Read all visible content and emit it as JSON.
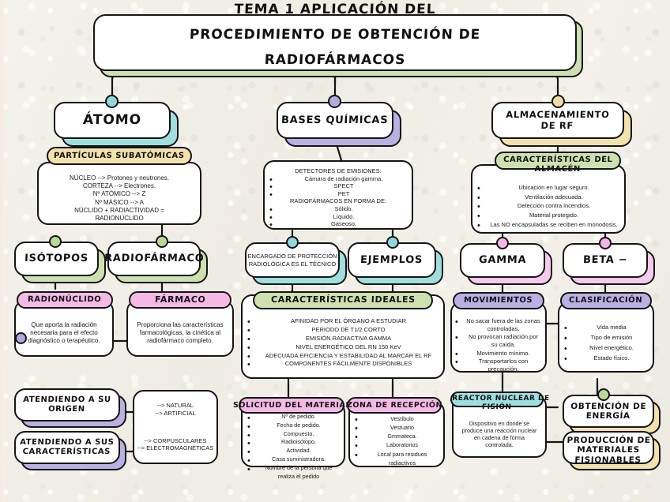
{
  "title": {
    "line1": "TEMA 1 APLICACIÓN DEL",
    "line2": "PROCEDIMIENTO DE OBTENCIÓN DE",
    "line3": "RADIOFÁRMACOS"
  },
  "colors": {
    "paper": "#f2f0e9",
    "ink": "#151515",
    "green": "#cfe0b0",
    "teal": "#9fdfe0",
    "purple": "#b9b0e3",
    "yellow": "#f3e2ae",
    "pink": "#f5b9e6",
    "pink_light": "#f7c9ee",
    "green_dot": "#b9d89a",
    "cyan_dot": "#8fd9de",
    "purple_dot": "#b4aade",
    "yellow_dot": "#f0dca8",
    "pink_dot": "#f3b4e8"
  },
  "branches": {
    "atomo": {
      "label": "ÁTOMO",
      "subatomic_header": "PARTÍCULAS SUBATÓMICAS",
      "subatomic_lines": [
        "NÚCLEO --> Protones y neutrones.",
        "CORTEZA --> Electrones.",
        "Nº ATÓMICO --> Z",
        "Nº MÁSICO --> A",
        "NÚCLIDO + RADIACTIVIDAD =",
        "RADIONÚCLIDO"
      ],
      "isotopos": "ISÓTOPOS",
      "radiofarmaco": "RADIOFÁRMACO",
      "radionuclido_header": "RADIONÚCLIDO",
      "radionuclido_body": "Que aporta la radiación necesaria para el efecto diagnóstico o terapéutico.",
      "farmaco_header": "FÁRMACO",
      "farmaco_body": "Proporciona las características farmacológicas, la cinética al radiofármaco completo.",
      "origen_label_l1": "ATENDIENDO A SU",
      "origen_label_l2": "ORIGEN",
      "caract_label_l1": "ATENDIENDO A SUS",
      "caract_label_l2": "CARACTERÍSTICAS",
      "origen_values": [
        "--> NATURAL",
        "--> ARTIFICIAL"
      ],
      "caract_values": [
        "--> CORPUSCULARES",
        "--> ELECTROMAGNÉTICAS"
      ]
    },
    "bases": {
      "label": "BASES QUÍMICAS",
      "detect_title": "DETECTORES DE EMISIONES:",
      "detect_items": [
        "Cámara de radiación gamma.",
        "SPECT",
        "PET"
      ],
      "forms_title": "RADIOFÁRMACOS EN FORMA DE:",
      "forms_items": [
        "Sólido.",
        "Líquido.",
        "Gaseoso."
      ],
      "encargado_l1": "ENCARGADO DE PROTECCIÓN",
      "encargado_l2": "RADIOLÓGICA ES EL TÉCNICO",
      "ejemplos": "EJEMPLOS",
      "ideales_header": "CARACTERÍSTICAS IDEALES",
      "ideales_items": [
        "AFINIDAD POR EL ÓRGANO A ESTUDIAR",
        "PERIODO DE T1/2 CORTO",
        "EMISIÓN RADIACTIVA GAMMA",
        "NIVEL ENERGÉTICO DEL RN 150 KeV",
        "ADECUADA EFICIENCIA Y ESTABILIDAD AL MARCAR EL RF",
        "COMPONENTES FÁCILMENTE DISPONIBLES"
      ],
      "solicitud_header": "SOLICITUD DEL MATERIAL",
      "solicitud_items": [
        "Nº de pedido.",
        "Fecha de pedido.",
        "Compuesto.",
        "Radioisótopo.",
        "Actividad.",
        "Casa suministradora.",
        "Nombre de la persona que realiza el pedido"
      ],
      "zona_header": "ZONA DE RECEPCIÓN",
      "zona_items": [
        "Vestíbulo",
        "Vestuario",
        "Gmmateca.",
        "Laboratorios",
        "Local para residuos radiactivos"
      ]
    },
    "almacen": {
      "label_l1": "ALMACENAMIENTO",
      "label_l2": "DE RF",
      "caract_header_l1": "CARACTERÍSTICAS DEL",
      "caract_header_l2": "ALMACÉN",
      "caract_items": [
        "Ubicación en lugar seguro.",
        "Ventilación adecuada.",
        "Detección contra incendios.",
        "Material protegido.",
        "Las NO encapsuladas se reciben en monodosis."
      ],
      "gamma": "GAMMA",
      "beta": "BETA −",
      "movimientos_header": "MOVIMIENTOS",
      "movimientos_items": [
        "No sacar fuera de las zonas controladas.",
        "No provocan radiación por su caída.",
        "Movimiento mínimo.",
        "Transportarlos con precaución."
      ],
      "clasificacion_header": "CLASIFICACIÓN",
      "clasificacion_items": [
        "Vida media",
        "Tipo de emisión",
        "Nivel energético.",
        "Estado físico."
      ],
      "reactor_header_l1": "REACTOR NUCLEAR DE",
      "reactor_header_l2": "FISIÓN",
      "reactor_body": "Dispositivo en donde se produce una reacción nuclear en cadena de forma controlada.",
      "obtencion_l1": "OBTENCIÓN DE",
      "obtencion_l2": "ENERGÍA",
      "produccion_l1": "PRODUCCIÓN DE",
      "produccion_l2": "MATERIALES",
      "produccion_l3": "FISIONABLES"
    }
  }
}
